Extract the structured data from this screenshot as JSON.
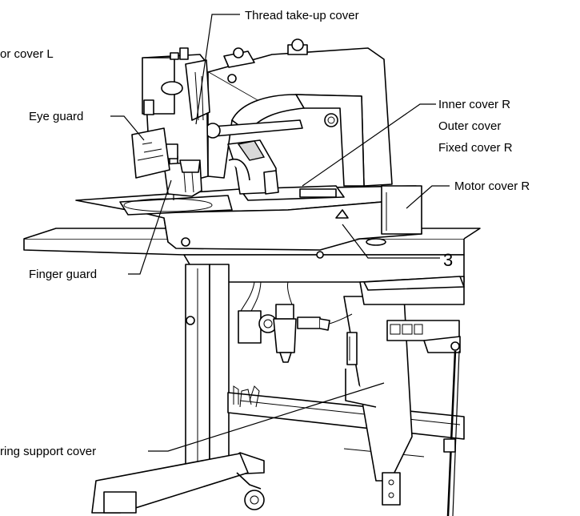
{
  "labels": {
    "thread_takeup_cover": "Thread take-up cover",
    "motor_cover_l": "or cover L",
    "eye_guard": "Eye guard",
    "inner_cover_r": "Inner cover R",
    "outer_cover": "Outer cover",
    "fixed_cover_r": "Fixed cover R",
    "motor_cover_r": "Motor cover R",
    "finger_guard": "Finger guard",
    "bearing_support_cover": "ring support cover",
    "callout_number": "3"
  }
}
